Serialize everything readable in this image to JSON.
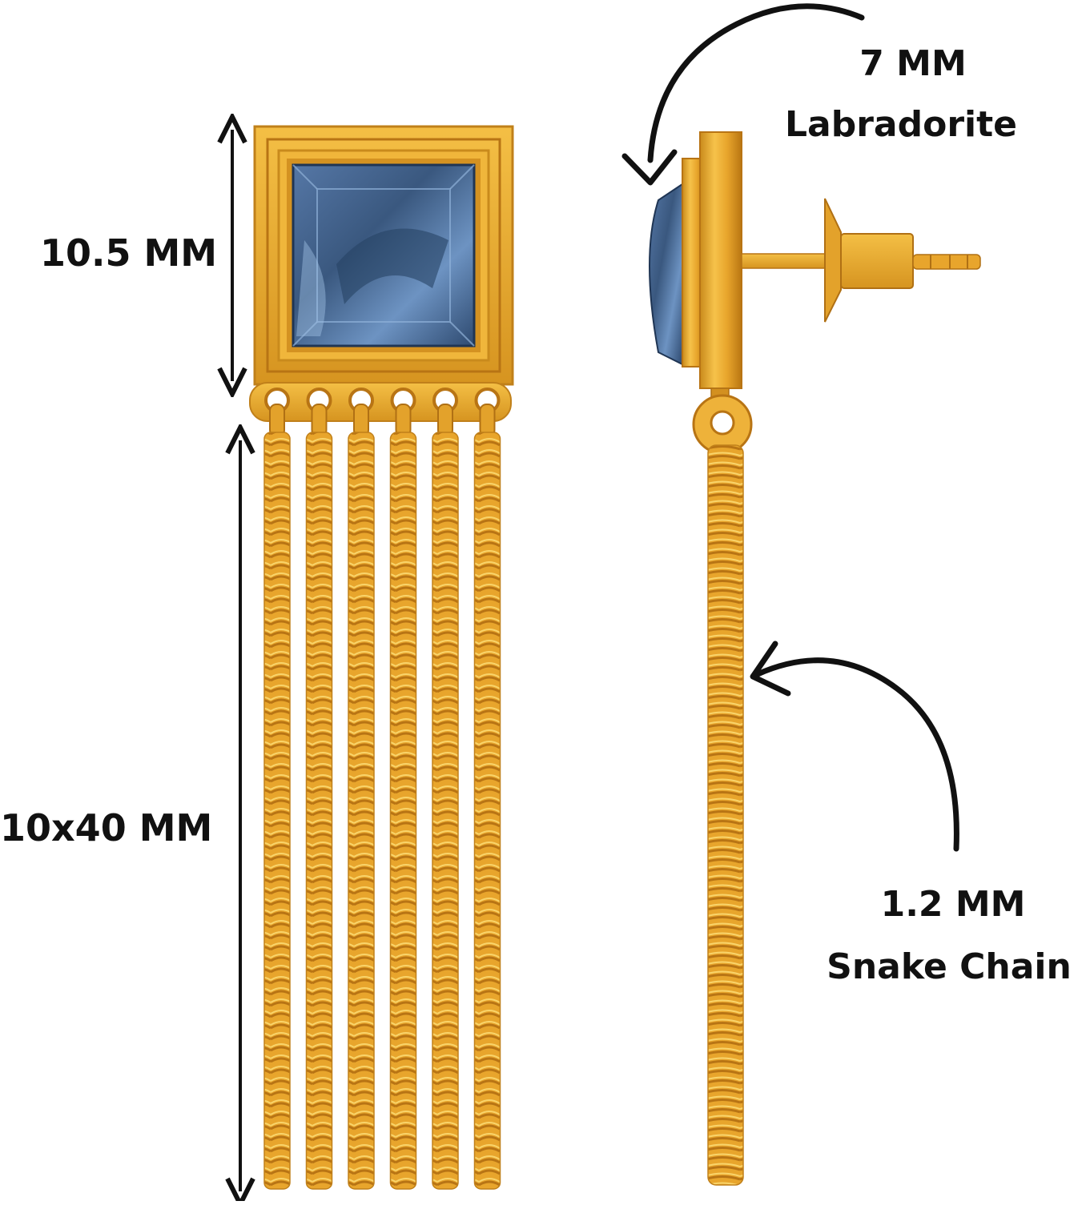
{
  "dimensions": {
    "pendant_height": "10.5 MM",
    "fringe_size": "10x40 MM"
  },
  "stone": {
    "size": "7 MM",
    "name": "Labradorite"
  },
  "chain": {
    "size": "1.2 MM",
    "name": "Snake Chain"
  },
  "colors": {
    "gold": "#e9a82c",
    "gold_light": "#f7c84f",
    "gold_dark": "#c07d14",
    "stone_blue": "#3f5f8c",
    "stone_light": "#7fa2cc",
    "ink": "#111111",
    "background": "#ffffff"
  },
  "fringe": {
    "strand_count": 6
  }
}
